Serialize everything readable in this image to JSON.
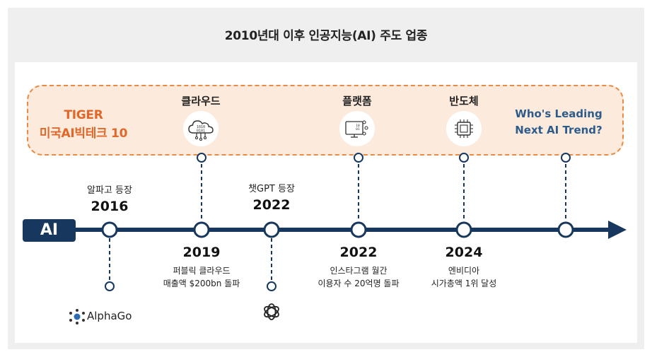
{
  "title": "2010년대 이후 인공지능(AI) 주도 업종",
  "axis_label": "AI",
  "fund": {
    "line1": "TIGER",
    "line2": "미국AI빅테크 10"
  },
  "sectors": [
    {
      "label": "클라우드",
      "icon": "cloud-data-icon"
    },
    {
      "label": "플랫폼",
      "icon": "monitor-network-icon"
    },
    {
      "label": "반도체",
      "icon": "chip-icon"
    }
  ],
  "trend": {
    "line1": "Who's Leading",
    "line2": "Next AI Trend?"
  },
  "events": [
    {
      "top_label": "알파고 등장",
      "year": "2016",
      "logo": "AlphaGo"
    },
    {
      "year": "2019",
      "desc1": "퍼블릭 클라우드",
      "desc2": "매출액 $200bn 돌파"
    },
    {
      "top_label": "챗GPT 등장",
      "year": "2022",
      "logo_icon": "openai-logo-icon"
    },
    {
      "year": "2022",
      "desc1": "인스타그램 월간",
      "desc2": "이용자 수 20억명 돌파"
    },
    {
      "year": "2024",
      "desc1": "엔비디아",
      "desc2": "시가총액 1위 달성"
    }
  ],
  "colors": {
    "navy": "#17375e",
    "orange": "#e98a45",
    "orange_fill": "#fcebdd",
    "trend_blue": "#2e5c8a"
  }
}
